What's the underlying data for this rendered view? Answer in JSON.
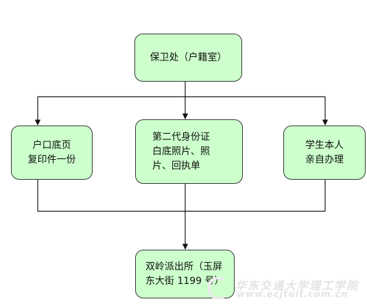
{
  "nodes": {
    "top": [
      "保卫处（户籍室）"
    ],
    "left": [
      "户口底页",
      "复印件一份"
    ],
    "middle": [
      "第二代身份证",
      "白底照片、照",
      "片、回执单"
    ],
    "right": [
      "学生本人",
      "亲自办理"
    ],
    "bottom": [
      "双岭派出所（玉屏",
      "东大街 1199 号）"
    ]
  },
  "watermark": {
    "logo_glyph": "C",
    "name": "华东交通大学理工学院",
    "url": "www.ecjtuit.com.cn"
  }
}
